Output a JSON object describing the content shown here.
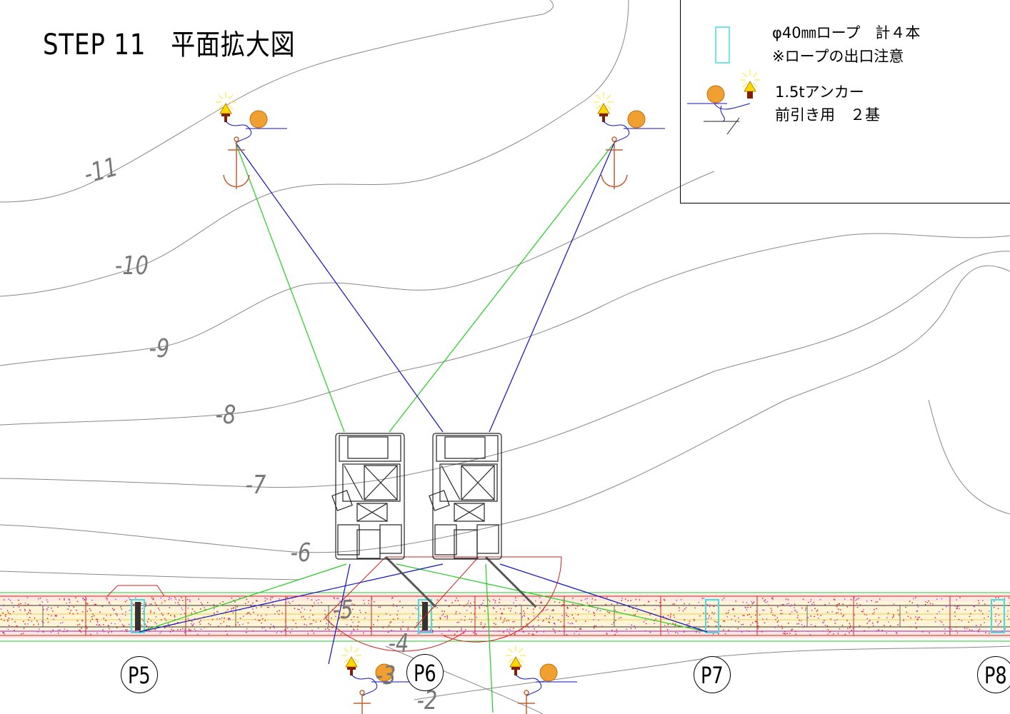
{
  "title": "STEP 11　平面拡大図",
  "legend": {
    "rope_line1": "φ40㎜ロープ　計４本",
    "rope_line2": "※ロープの出口注意",
    "anchor_line1": "1.5tアンカー",
    "anchor_line2": "前引き用　２基"
  },
  "contours": [
    "-11",
    "-10",
    "-9",
    "-8",
    "-7",
    "-6",
    "-5",
    "-4",
    "-3",
    "-2"
  ],
  "piers": [
    "P5",
    "P6",
    "P7",
    "P8"
  ],
  "colors": {
    "rope_green": "#22cc22",
    "rope_blue": "#1010c0",
    "buoy": "#f0a030",
    "light": "#ffd800",
    "anchor": "#c06030",
    "rope_box": "#40e0e0"
  }
}
